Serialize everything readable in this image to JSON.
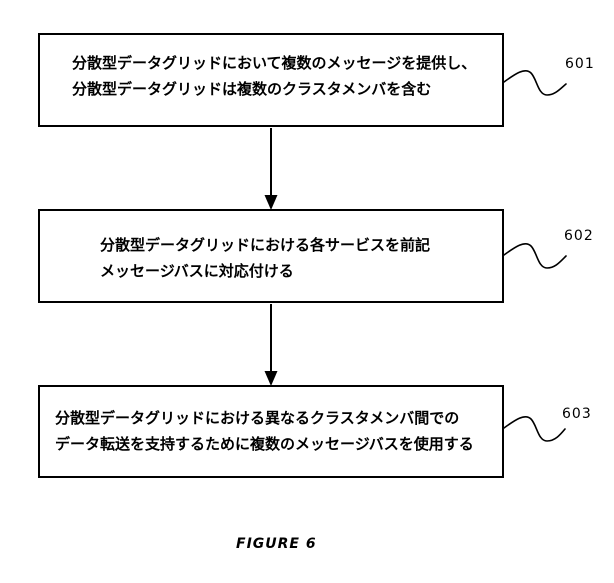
{
  "figure": {
    "caption": "FIGURE 6",
    "colors": {
      "background": "#ffffff",
      "ink": "#000000"
    }
  },
  "boxes": [
    {
      "ref": "601",
      "lines": [
        "分散型データグリッドにおいて複数のメッセージを提供し、",
        "分散型データグリッドは複数のクラスタメンバを含む"
      ]
    },
    {
      "ref": "602",
      "lines": [
        "分散型データグリッドにおける各サービスを前記",
        "メッセージバスに対応付ける"
      ]
    },
    {
      "ref": "603",
      "lines": [
        "分散型データグリッドにおける異なるクラスタメンバ間での",
        "データ転送を支持するために複数のメッセージバスを使用する"
      ]
    }
  ]
}
